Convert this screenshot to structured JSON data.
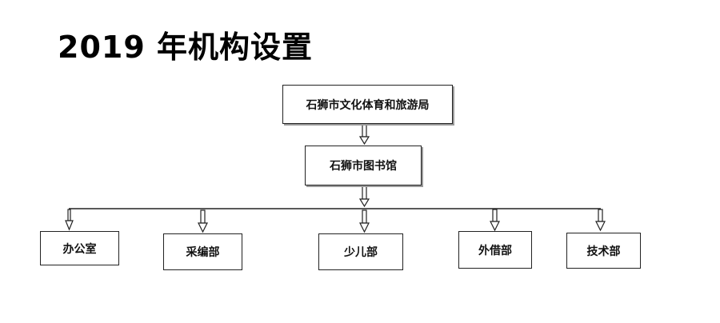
{
  "title": "2019 年机构设置",
  "org": {
    "top": "石狮市文化体育和旅游局",
    "middle": "石狮市图书馆",
    "departments": [
      "办公室",
      "采编部",
      "少儿部",
      "外借部",
      "技术部"
    ]
  },
  "colors": {
    "line": "#222222",
    "box_border": "#222222",
    "text": "#111111"
  }
}
